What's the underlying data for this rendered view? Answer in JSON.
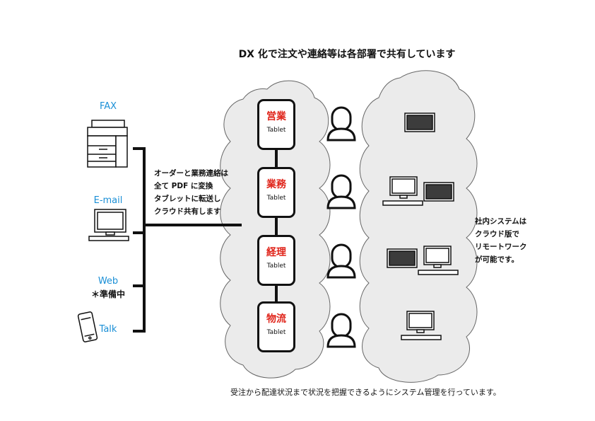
{
  "title": "DX 化で注文や連絡等は各部署で共有しています",
  "sources": {
    "fax": "FAX",
    "email": "E-mail",
    "web": "Web",
    "web_note": "＊準備中",
    "talk": "Talk"
  },
  "process_note": [
    "オーダーと業務連絡は",
    "全て PDF に変換",
    "タブレットに転送し",
    "クラウド共有します"
  ],
  "departments": [
    {
      "name": "営業",
      "device": "Tablet"
    },
    {
      "name": "業務",
      "device": "Tablet"
    },
    {
      "name": "経理",
      "device": "Tablet"
    },
    {
      "name": "物流",
      "device": "Tablet"
    }
  ],
  "side_note": [
    "社内システムは",
    "クラウド版で",
    "リモートワーク",
    "が可能です。"
  ],
  "footer": "受注から配達状況まで状況を把握できるようにシステム管理を行っています。",
  "colors": {
    "cloud_fill": "#ebebeb",
    "source_label": "#1a8fd6",
    "department_label": "#e0251b",
    "line": "#111111"
  }
}
